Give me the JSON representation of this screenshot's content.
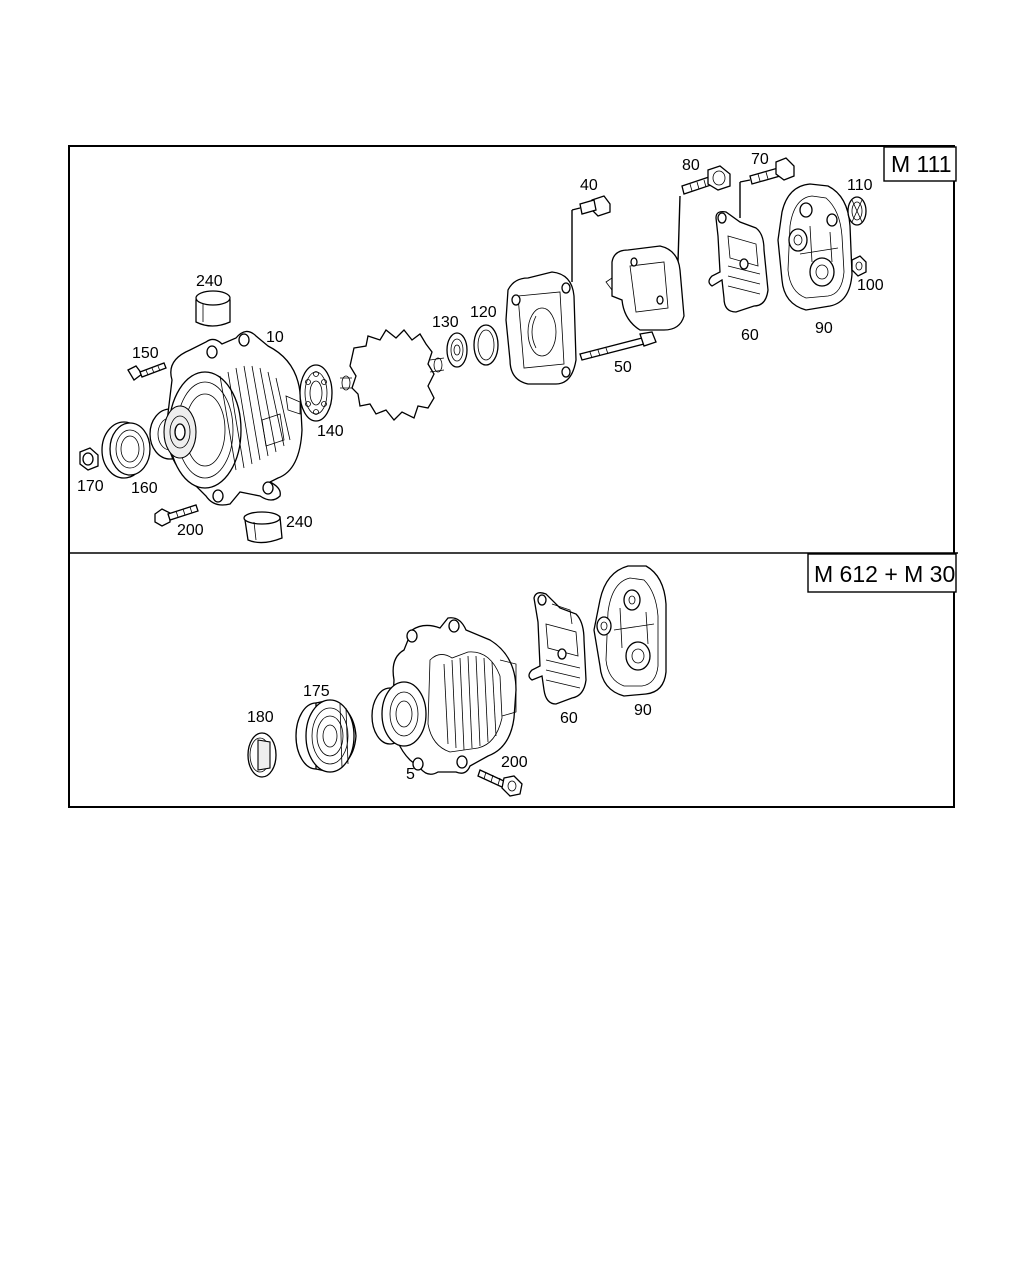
{
  "panels": [
    {
      "variant": "M 111",
      "callouts": [
        "240",
        "10",
        "150",
        "170",
        "160",
        "200",
        "240",
        "140",
        "130",
        "120",
        "40",
        "50",
        "80",
        "70",
        "60",
        "90",
        "110",
        "100"
      ]
    },
    {
      "variant": "M 612 + M 30",
      "callouts": [
        "180",
        "175",
        "5",
        "200",
        "60",
        "90"
      ]
    }
  ]
}
